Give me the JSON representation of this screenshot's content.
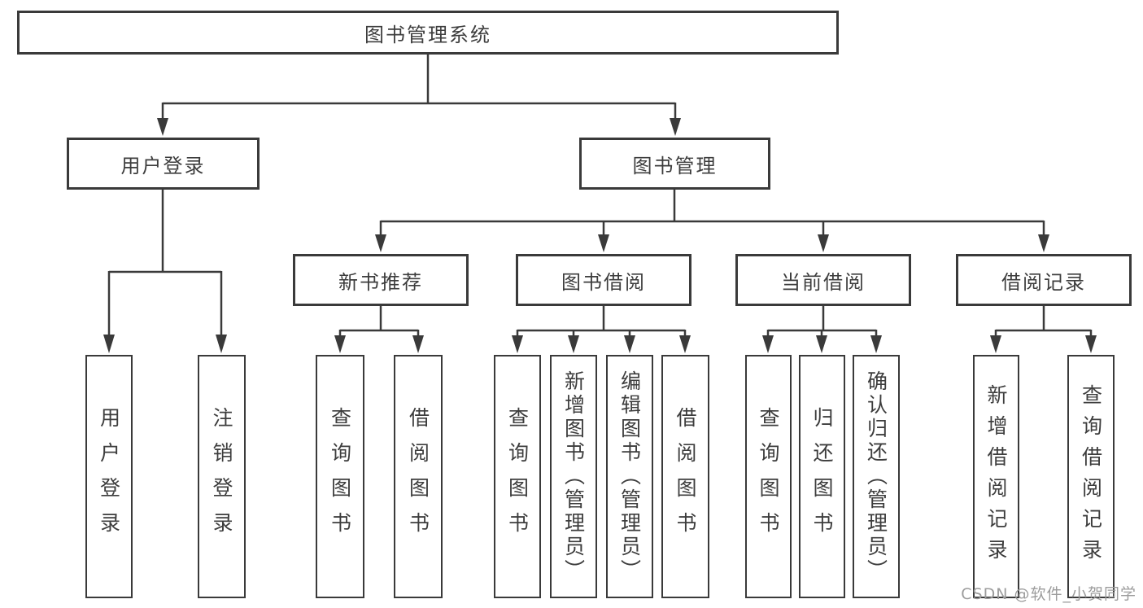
{
  "root": {
    "label": "图书管理系统"
  },
  "branches": {
    "user_login": {
      "label": "用户登录",
      "children": [
        {
          "label": "用户登录"
        },
        {
          "label": "注销登录"
        }
      ]
    },
    "book_management": {
      "label": "图书管理",
      "sections": [
        {
          "label": "新书推荐",
          "children": [
            {
              "label": "查询图书"
            },
            {
              "label": "借阅图书"
            }
          ]
        },
        {
          "label": "图书借阅",
          "children": [
            {
              "label": "查询图书"
            },
            {
              "label": "新增图书（管理员）"
            },
            {
              "label": "编辑图书（管理员）"
            },
            {
              "label": "借阅图书"
            }
          ]
        },
        {
          "label": "当前借阅",
          "children": [
            {
              "label": "查询图书"
            },
            {
              "label": "归还图书"
            },
            {
              "label": "确认归还（管理员）"
            }
          ]
        },
        {
          "label": "借阅记录",
          "children": [
            {
              "label": "新增借阅记录"
            },
            {
              "label": "查询借阅记录"
            }
          ]
        }
      ]
    }
  },
  "watermark": "CSDN @软件_小贺同学",
  "colors": {
    "line": "#3a3a3a",
    "text": "#3d3d3d",
    "background": "#ffffff",
    "watermark": "#9c9c9c"
  }
}
